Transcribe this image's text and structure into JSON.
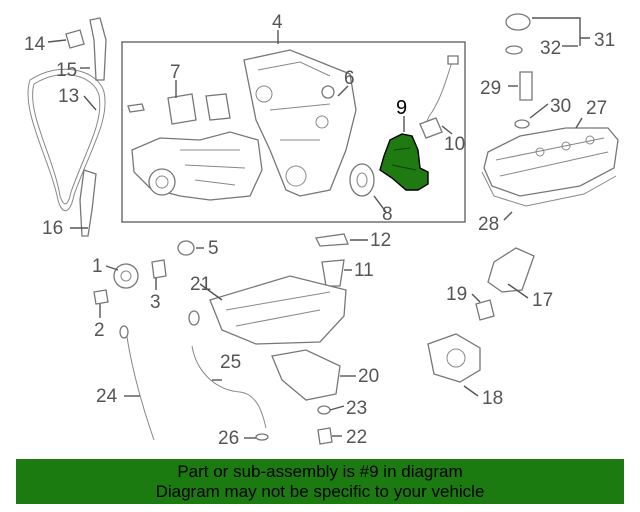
{
  "diagram": {
    "callouts": [
      "1",
      "2",
      "3",
      "4",
      "5",
      "6",
      "7",
      "8",
      "9",
      "10",
      "11",
      "12",
      "13",
      "14",
      "15",
      "16",
      "17",
      "18",
      "19",
      "20",
      "21",
      "22",
      "23",
      "24",
      "25",
      "26",
      "27",
      "28",
      "29",
      "30",
      "31",
      "32"
    ],
    "highlight_color": "#1f7a12"
  },
  "banner": {
    "line1": "Part or sub-assembly is #9 in diagram",
    "line2": "Diagram may not be specific to your vehicle",
    "background": "#1b7a10"
  }
}
